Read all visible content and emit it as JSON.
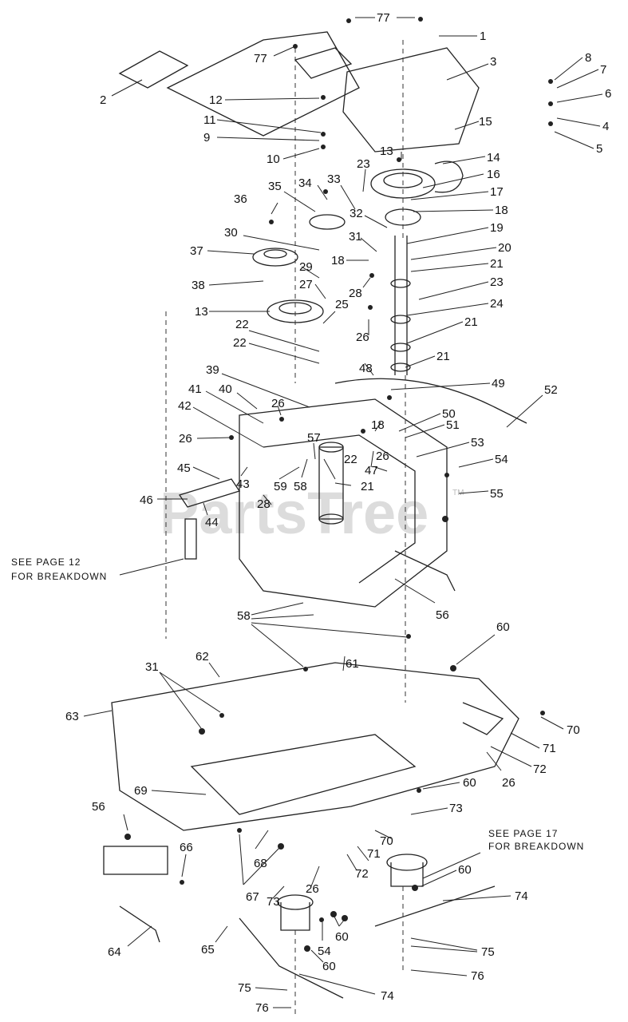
{
  "watermark": "PartsTree",
  "trademark": "TM",
  "notes": {
    "see_page_12_line1": "SEE PAGE 12",
    "see_page_12_line2": "FOR BREAKDOWN",
    "see_page_17_line1": "SEE PAGE 17",
    "see_page_17_line2": "FOR BREAKDOWN"
  },
  "callouts": [
    "77",
    "77",
    "1",
    "3",
    "8",
    "7",
    "6",
    "4",
    "5",
    "2",
    "12",
    "11",
    "9",
    "10",
    "15",
    "14",
    "13",
    "16",
    "17",
    "18",
    "23",
    "33",
    "34",
    "35",
    "36",
    "32",
    "19",
    "20",
    "31",
    "30",
    "37",
    "18",
    "21",
    "29",
    "28",
    "23",
    "24",
    "38",
    "27",
    "13",
    "25",
    "22",
    "26",
    "21",
    "22",
    "21",
    "48",
    "49",
    "52",
    "39",
    "41",
    "40",
    "26",
    "50",
    "18",
    "51",
    "42",
    "57",
    "26",
    "53",
    "26",
    "22",
    "47",
    "54",
    "45",
    "43",
    "59",
    "58",
    "21",
    "55",
    "46",
    "28",
    "44",
    "56",
    "58",
    "60",
    "61",
    "62",
    "31",
    "63",
    "70",
    "71",
    "72",
    "26",
    "60",
    "73",
    "69",
    "56",
    "70",
    "66",
    "68",
    "71",
    "72",
    "67",
    "73",
    "26",
    "60",
    "74",
    "60",
    "54",
    "75",
    "64",
    "65",
    "60",
    "76",
    "75",
    "74",
    "76"
  ]
}
